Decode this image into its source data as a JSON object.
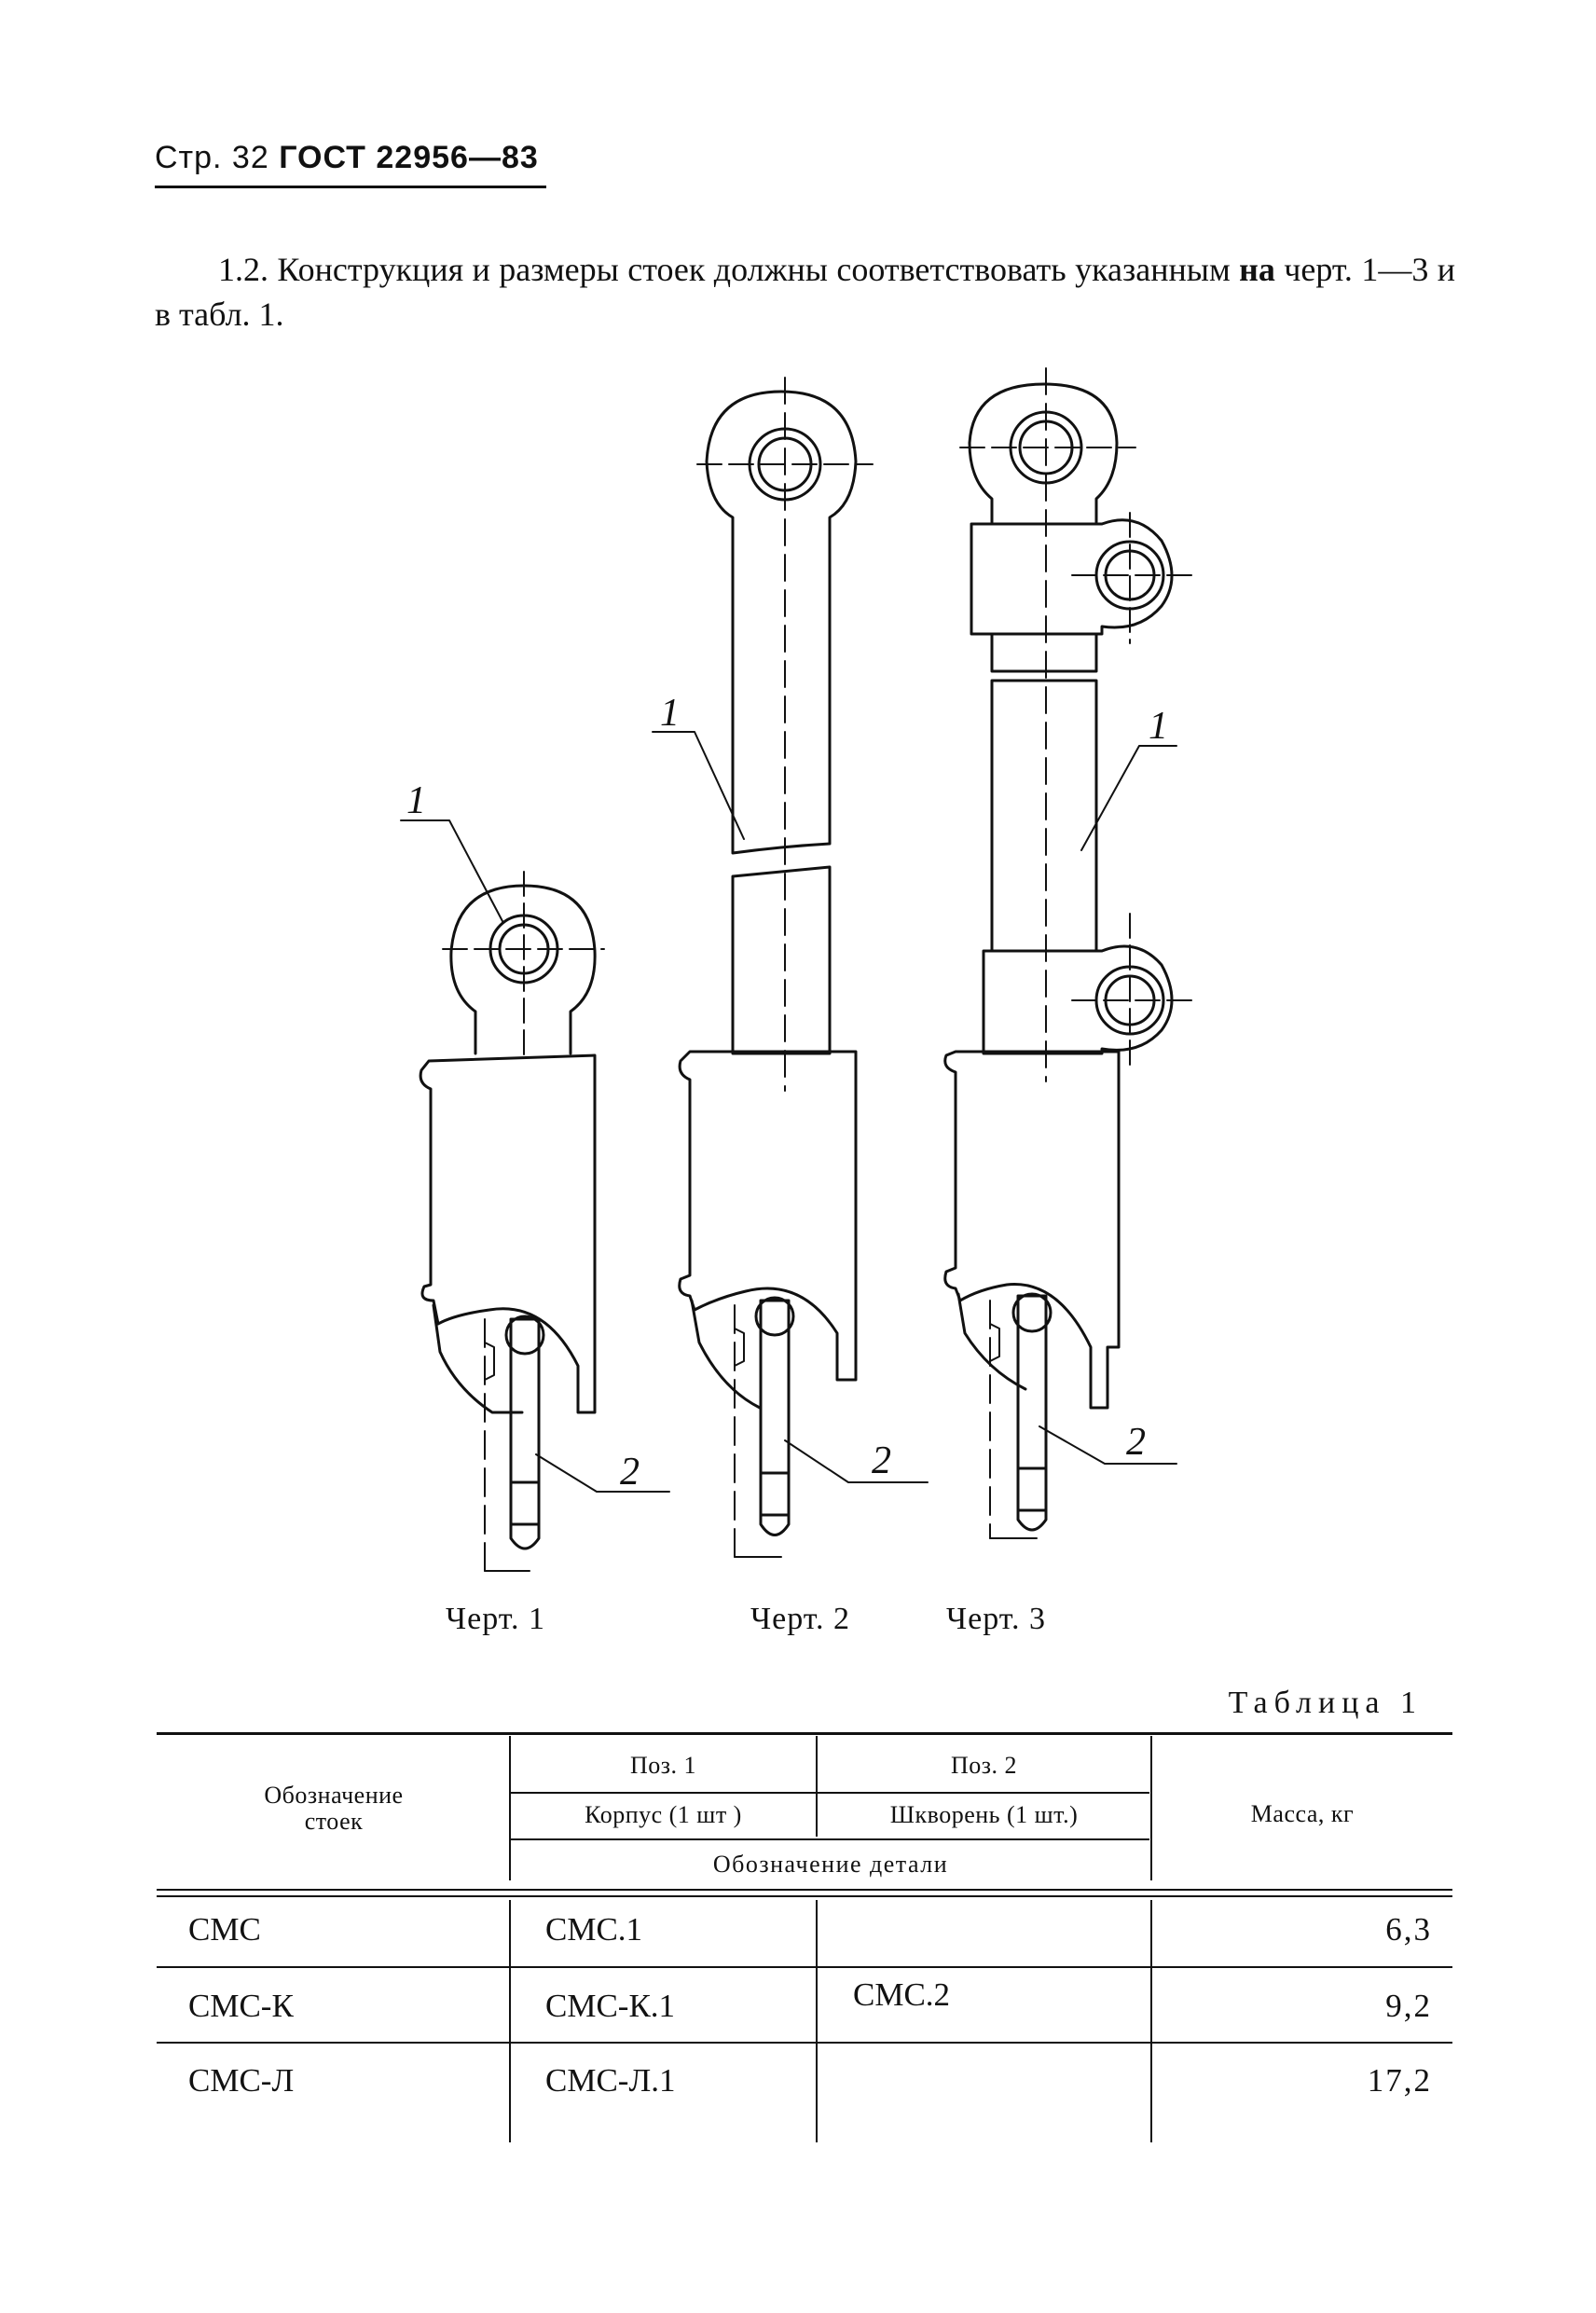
{
  "header": {
    "page": "Стр. 32",
    "standard": "ГОСТ 22956—83"
  },
  "paragraph": {
    "text_before": "1.2. Конструкция и размеры стоек должны соответствовать указанным ",
    "bold_word": "на",
    "text_after": " черт. 1—3 и в табл. 1."
  },
  "drawing": {
    "callouts": [
      "1",
      "2",
      "1",
      "2",
      "1",
      "2"
    ],
    "captions": [
      "Черт. 1",
      "Черт. 2",
      "Черт. 3"
    ]
  },
  "table": {
    "title": "Таблица 1",
    "headers": {
      "designation_line1": "Обозначение",
      "designation_line2": "стоек",
      "pos1": "Поз. 1",
      "pos2": "Поз. 2",
      "body": "Корпус (1 шт )",
      "pin": "Шкворень (1 шт.)",
      "part_designation": "Обозначение детали",
      "mass": "Масса, кг"
    },
    "rows": [
      {
        "name": "СМС",
        "body": "СМС.1",
        "mass": "6,3"
      },
      {
        "name": "СМС-К",
        "body": "СМС-К.1",
        "mass": "9,2"
      },
      {
        "name": "СМС-Л",
        "body": "СМС-Л.1",
        "mass": "17,2"
      }
    ],
    "pin_shared": "СМС.2"
  }
}
